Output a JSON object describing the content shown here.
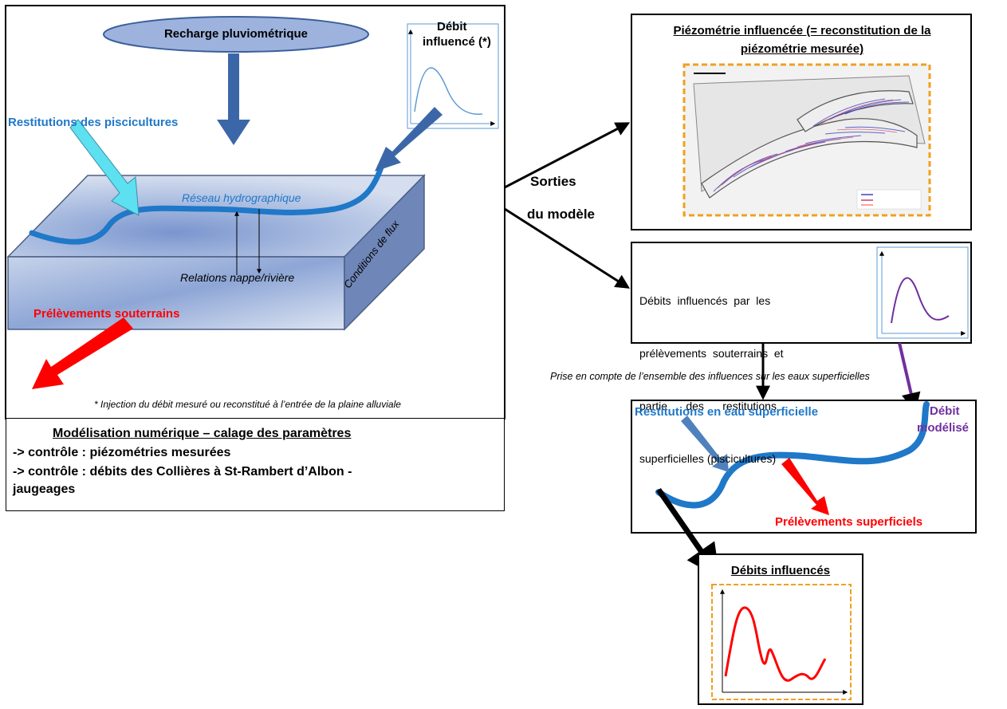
{
  "colors": {
    "blue_river": "#1f78c8",
    "dark_blue_arrow": "#3b67a8",
    "cyan_arrow": "#5de0f0",
    "red": "#ff0000",
    "purple": "#7030a0",
    "orange_dash": "#f0a020"
  },
  "model_panel": {
    "recharge_label": "Recharge  pluviométrique",
    "debit_influence_label_1": "Débit",
    "debit_influence_label_2": "influencé (*)",
    "restitutions_label": "Restitutions des piscicultures",
    "reseau_label": "Réseau hydrographique",
    "conditions_label": "Conditions de flux",
    "relations_label": "Relations nappe/rivière",
    "prelevements_label": "Prélèvements souterrains",
    "footnote": "* Injection du débit mesuré ou reconstitué  à l’entrée de la plaine alluviale"
  },
  "calibration_panel": {
    "title": "Modélisation numérique – calage des paramètres",
    "line1": "-> contrôle : piézométries mesurées",
    "line2": "-> contrôle : débits des Collières à St-Rambert d’Albon -",
    "line3": "jaugeages"
  },
  "outputs": {
    "sorties_1": "Sorties",
    "sorties_2": "du modèle"
  },
  "piezo_panel": {
    "title_1": "Piézométrie influencée (= reconstitution de la",
    "title_2": "piézométrie mesurée)"
  },
  "debits_panel": {
    "text_1": "Débits  influencés  par  les",
    "text_2": "prélèvements  souterrains  et",
    "text_3": "partie      des      restitutions",
    "text_4": "superficielles (piscicultures)"
  },
  "prise_en_compte": "Prise en compte de l’ensemble des influences sur les eaux superficielles",
  "surface_panel": {
    "restitutions_label": "Restitutions en eau superficielle",
    "debit_modelise_1": "Débit",
    "debit_modelise_2": "modélisé",
    "prelevements_label": "Prélèvements superficiels"
  },
  "debits_influences_panel": {
    "title": "Débits influencés"
  }
}
